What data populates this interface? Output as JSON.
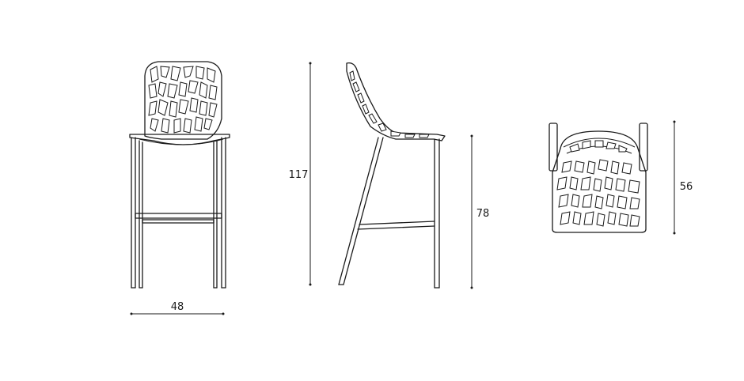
{
  "drawing": {
    "stroke_color": "#1a1a1a",
    "background": "#ffffff",
    "dimensions": {
      "width": "48",
      "height_total": "117",
      "seat_height": "78",
      "depth": "56"
    }
  }
}
